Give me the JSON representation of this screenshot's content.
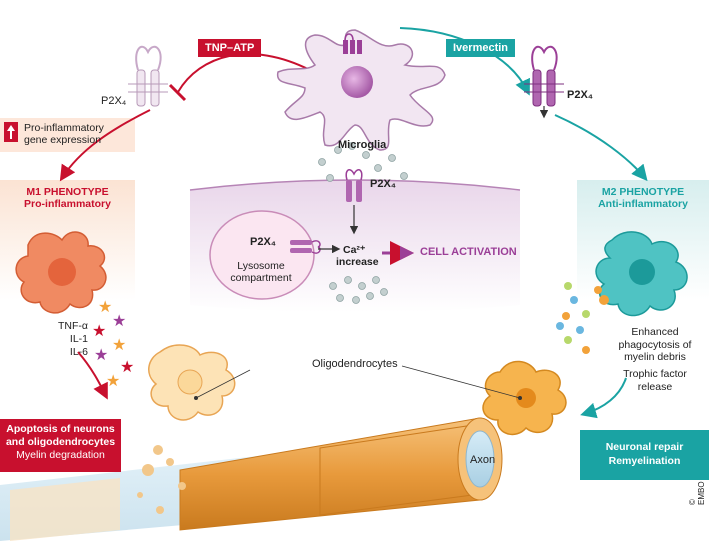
{
  "tags": {
    "left": "TNP–ATP",
    "right": "Ivermectin"
  },
  "labels": {
    "p2x4_left": "P2X₄",
    "p2x4_right": "P2X₄",
    "p2x4_center": "P2X₄",
    "p2x4_lysosome": "P2X₄",
    "microglia": "Microglia",
    "lysosome": "Lysosome\ncompartment",
    "ca_increase_1": "Ca²⁺",
    "ca_increase_2": "increase",
    "cell_activation": "CELL ACTIVATION",
    "pro_inflammatory_expr_1": "Pro-inflammatory",
    "pro_inflammatory_expr_2": "gene expression",
    "oligodendrocytes": "Oligodendrocytes",
    "axon": "Axon",
    "tnf": "TNF-α",
    "il1": "IL-1",
    "il6": "IL-6",
    "phago_1": "Enhanced",
    "phago_2": "phagocytosis of",
    "phago_3": "myelin debris",
    "trophic_1": "Trophic factor",
    "trophic_2": "release",
    "copyright": "© EMBO"
  },
  "m1": {
    "title_1": "M1 PHENOTYPE",
    "title_2": "Pro-inflammatory"
  },
  "m2": {
    "title_1": "M2 PHENOTYPE",
    "title_2": "Anti-inflammatory"
  },
  "outcome_left": {
    "line_1": "Apoptosis of neurons",
    "line_2": "and oligodendrocytes",
    "line_3": "Myelin degradation"
  },
  "outcome_right": {
    "line_1": "Neuronal repair",
    "line_2": "Remyelination"
  },
  "colors": {
    "red": "#c8102e",
    "teal": "#1aa3a3",
    "purple": "#9b3f97",
    "orange": "#f2a23a"
  }
}
